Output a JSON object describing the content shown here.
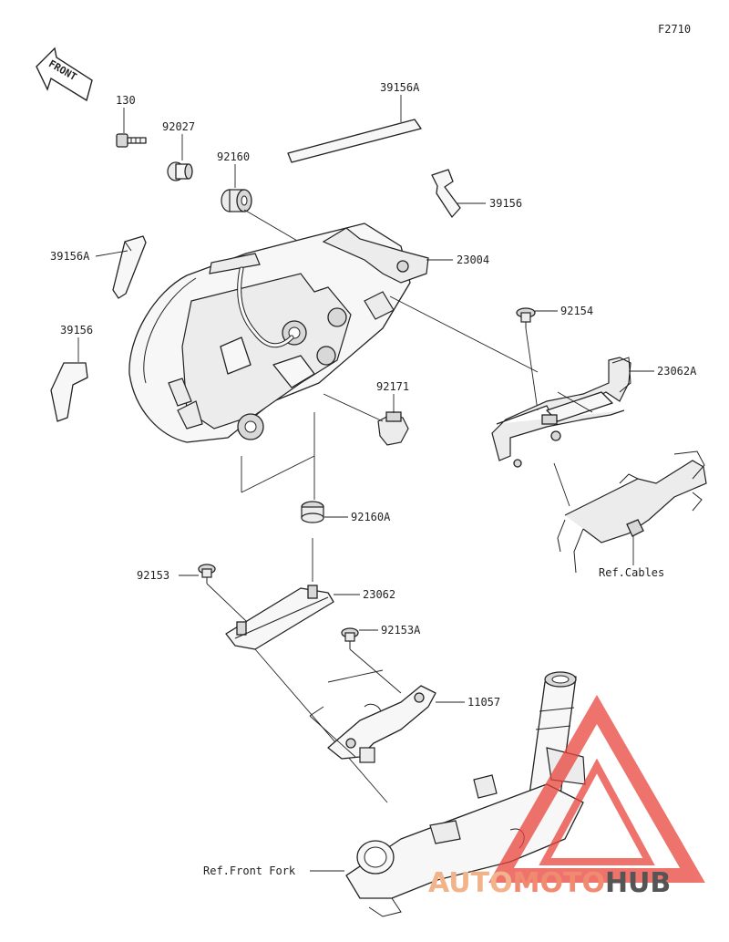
{
  "figure_code": "F2710",
  "front_label": "FRONT",
  "parts": {
    "p130": "130",
    "p92027": "92027",
    "p92160": "92160",
    "p39156A_top": "39156A",
    "p39156_top": "39156",
    "p39156A_left": "39156A",
    "p39156_left": "39156",
    "p23004": "23004",
    "p92154": "92154",
    "p23062A": "23062A",
    "p92171": "92171",
    "p92160A": "92160A",
    "p92153": "92153",
    "p23062": "23062",
    "p92153A": "92153A",
    "p11057": "11057"
  },
  "refs": {
    "cables": "Ref.Cables",
    "front_fork": "Ref.Front Fork"
  },
  "watermark": {
    "part1": "AUTO",
    "part2": "MOTO",
    "part3": "HUB",
    "color1": "#f2b38a",
    "color2": "#f08a70",
    "color3": "#555555"
  },
  "colors": {
    "line": "#222222",
    "triangle": "#e8453c"
  }
}
